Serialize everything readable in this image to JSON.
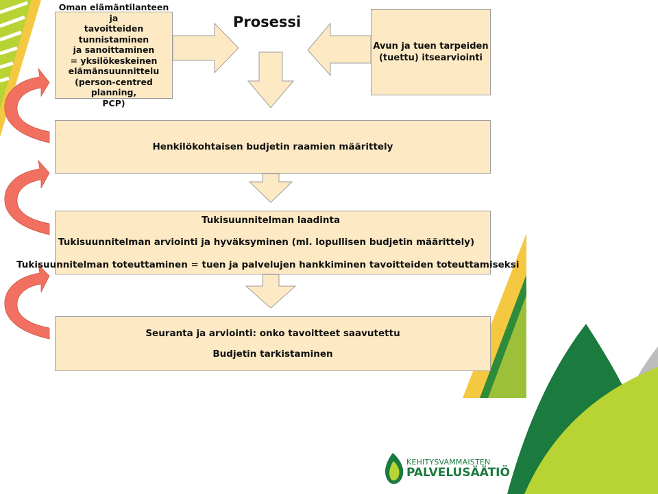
{
  "diagram": {
    "title": "Prosessi",
    "box1_lines": [
      "Oman elämäntilanteen ja",
      "tavoitteiden tunnistaminen",
      "ja sanoittaminen",
      "= yksilökeskeinen",
      "elämänsuunnittelu",
      "(person-centred planning,",
      "PCP)"
    ],
    "box2_lines": [
      "Avun ja tuen tarpeiden",
      "(tuettu) itsearviointi"
    ],
    "box3_text": "Henkilökohtaisen budjetin raamien määrittely",
    "step_support_plan": "Tukisuunnitelman laadinta",
    "step_evaluation": "Tukisuunnitelman arviointi ja hyväksyminen (ml. lopullisen budjetin määrittely)",
    "step_implementation": "Tukisuunnitelman toteuttaminen = tuen ja palvelujen hankkiminen tavoitteiden toteuttamiseksi",
    "box5_line1": "Seuranta ja arviointi: onko tavoitteet saavutettu",
    "box5_line2": "Budjetin tarkistaminen"
  },
  "logo": {
    "line1": "KEHITYSVAMMAISTEN",
    "line2": "PALVELUSÄÄTIÖ"
  },
  "colors": {
    "box_fill": "#fde9c4",
    "box_border": "#9d9d9d",
    "feedback_arrow": "#f2705f",
    "brand_green": "#1b7a3e",
    "lime": "#b7d334",
    "yellow": "#f5c842"
  }
}
